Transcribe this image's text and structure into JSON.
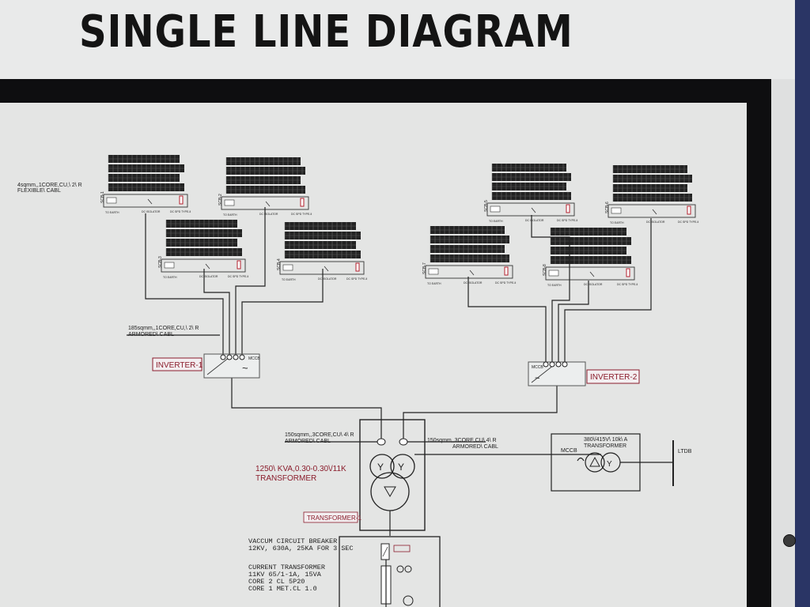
{
  "title": "SINGLE LINE DIAGRAM",
  "pv_cable_label": [
    "4sqmm,,1CORE,CU,\\ 2\\ R",
    "FLEXIBLE\\ CABL"
  ],
  "inverter_cable_label": [
    "185sqmm,,1CORE,CU,\\ 2\\ R",
    "ARMORED\\ CABL"
  ],
  "inverters": [
    {
      "label": "INVERTER-1"
    },
    {
      "label": "INVERTER-2"
    }
  ],
  "transformer_cable_left": [
    "150sqmm,,3CORE,CU\\ 4\\ R",
    "ARMORED\\ CABL"
  ],
  "transformer_cable_right": [
    "150sqmm,,3CORE,CU\\ 4\\ R",
    "ARMORED\\ CABL"
  ],
  "main_transformer": {
    "rating": "1250\\ KVA,0.30-0.30\\/11K",
    "name": "TRANSFORMER",
    "tag": "TRANSFORMER-1"
  },
  "aux_transformer": {
    "rating": "380\\/415V\\ 10k\\ A",
    "name": "TRANSFORMER",
    "breaker": "MCCB"
  },
  "ltdb_label": "LTDB",
  "vcb_label": [
    "VACCUM CIRCUIT BREAKER",
    "12KV, 630A, 25KA FOR 3 SEC"
  ],
  "ct_label": [
    "CURRENT TRANSFORMER",
    "11KV 65/1-1A, 15VA",
    "CORE 2 CL 5P20",
    "CORE 1 MET.CL 1.0"
  ],
  "scb_labels": [
    "SCB-1",
    "SCB-2",
    "SCB-3",
    "SCB-4",
    "SCB-5",
    "SCB-6",
    "SCB-7",
    "SCB-8"
  ],
  "scb_sub": {
    "isolator": "DC ISOLATOR",
    "spd": "DC SPD TYPE-II",
    "earth": "TO EARTH"
  }
}
